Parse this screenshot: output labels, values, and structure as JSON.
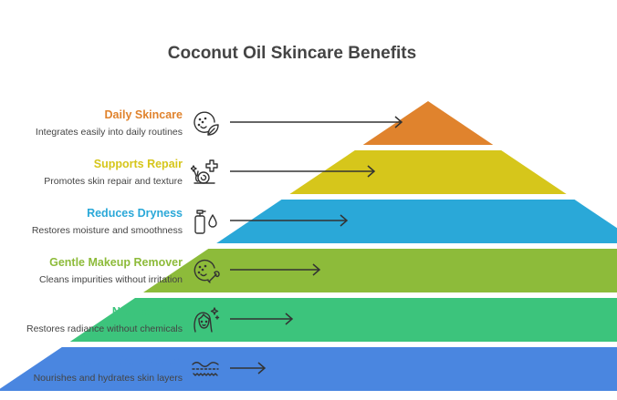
{
  "title": "Coconut Oil Skincare Benefits",
  "levels": [
    {
      "title": "Daily Skincare",
      "description": "Integrates easily into daily routines",
      "color": "#E0832D",
      "icon": "face-leaf-icon"
    },
    {
      "title": "Supports Repair",
      "description": "Promotes skin repair and texture",
      "color": "#D6C61B",
      "icon": "snail-plus-icon"
    },
    {
      "title": "Reduces Dryness",
      "description": "Restores moisture and smoothness",
      "color": "#2AA8D8",
      "icon": "bottle-drop-icon"
    },
    {
      "title": "Gentle Makeup Remover",
      "description": "Cleans impurities without irritation",
      "color": "#8DBB3A",
      "icon": "face-brush-icon"
    },
    {
      "title": "Natural Glow",
      "description": "Restores radiance without chemicals",
      "color": "#3CC47C",
      "icon": "woman-sparkle-icon"
    },
    {
      "title": "Deep Moisturization",
      "description": "Nourishes and hydrates skin layers",
      "color": "#4A86E0",
      "icon": "skin-layers-icon"
    }
  ]
}
